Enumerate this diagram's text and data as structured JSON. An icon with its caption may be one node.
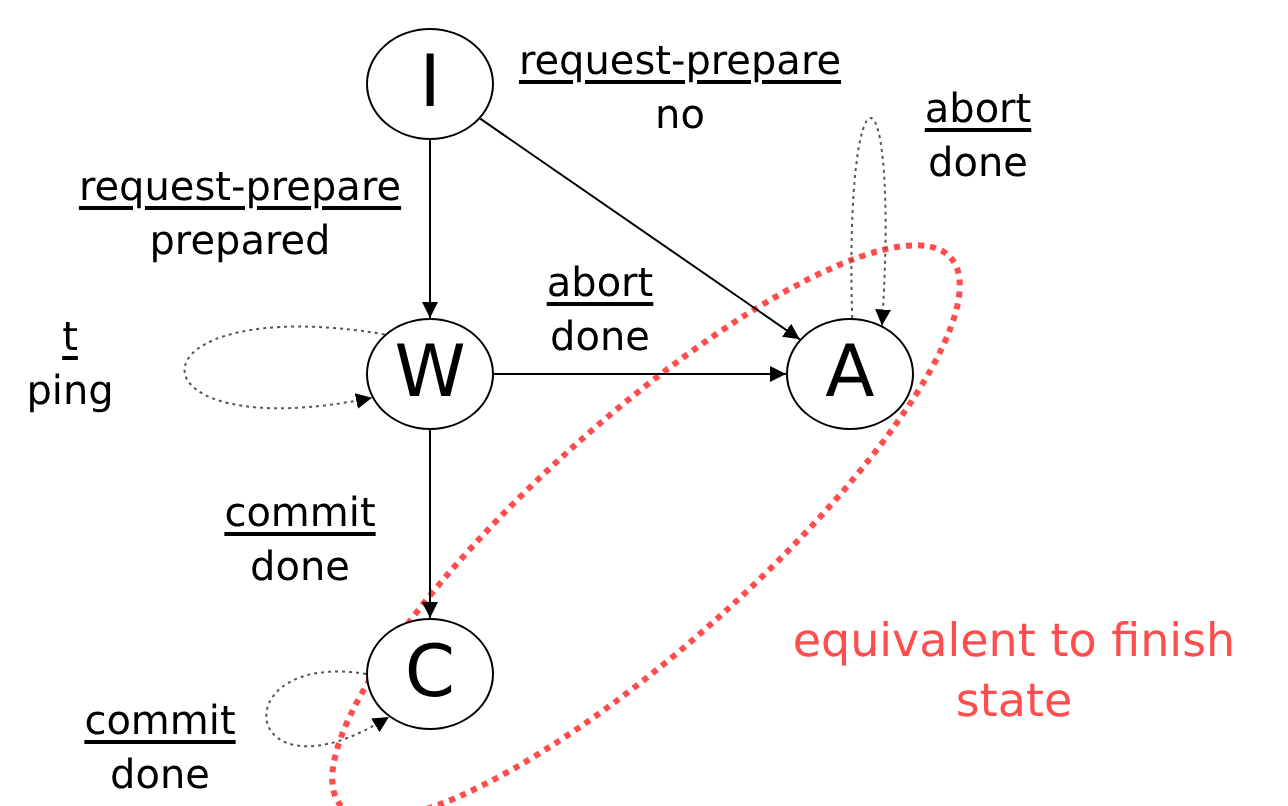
{
  "diagram": {
    "nodes": [
      {
        "text": [
          "I"
        ]
      },
      {
        "text": [
          "W"
        ]
      },
      {
        "text": [
          "A"
        ]
      },
      {
        "text": [
          "C"
        ]
      }
    ],
    "edges": [
      {
        "from": 0,
        "to": 1,
        "arrow": "to",
        "label": "request-prepare prepared"
      },
      {
        "from": 0,
        "to": 2,
        "arrow": "to",
        "label": "request-prepare no"
      },
      {
        "from": 1,
        "to": 2,
        "arrow": "to",
        "label": "abort done"
      },
      {
        "from": 1,
        "to": 3,
        "arrow": "to",
        "label": "commit done"
      },
      {
        "from": 1,
        "to": 1,
        "arrow": "to",
        "label": "t ping",
        "style": "dashed"
      },
      {
        "from": 2,
        "to": 2,
        "arrow": "to",
        "label": "abort done",
        "style": "dashed"
      },
      {
        "from": 3,
        "to": 3,
        "arrow": "to",
        "label": "commit done",
        "style": "dashed"
      }
    ],
    "labels": [
      "equivalent to finish state"
    ]
  }
}
